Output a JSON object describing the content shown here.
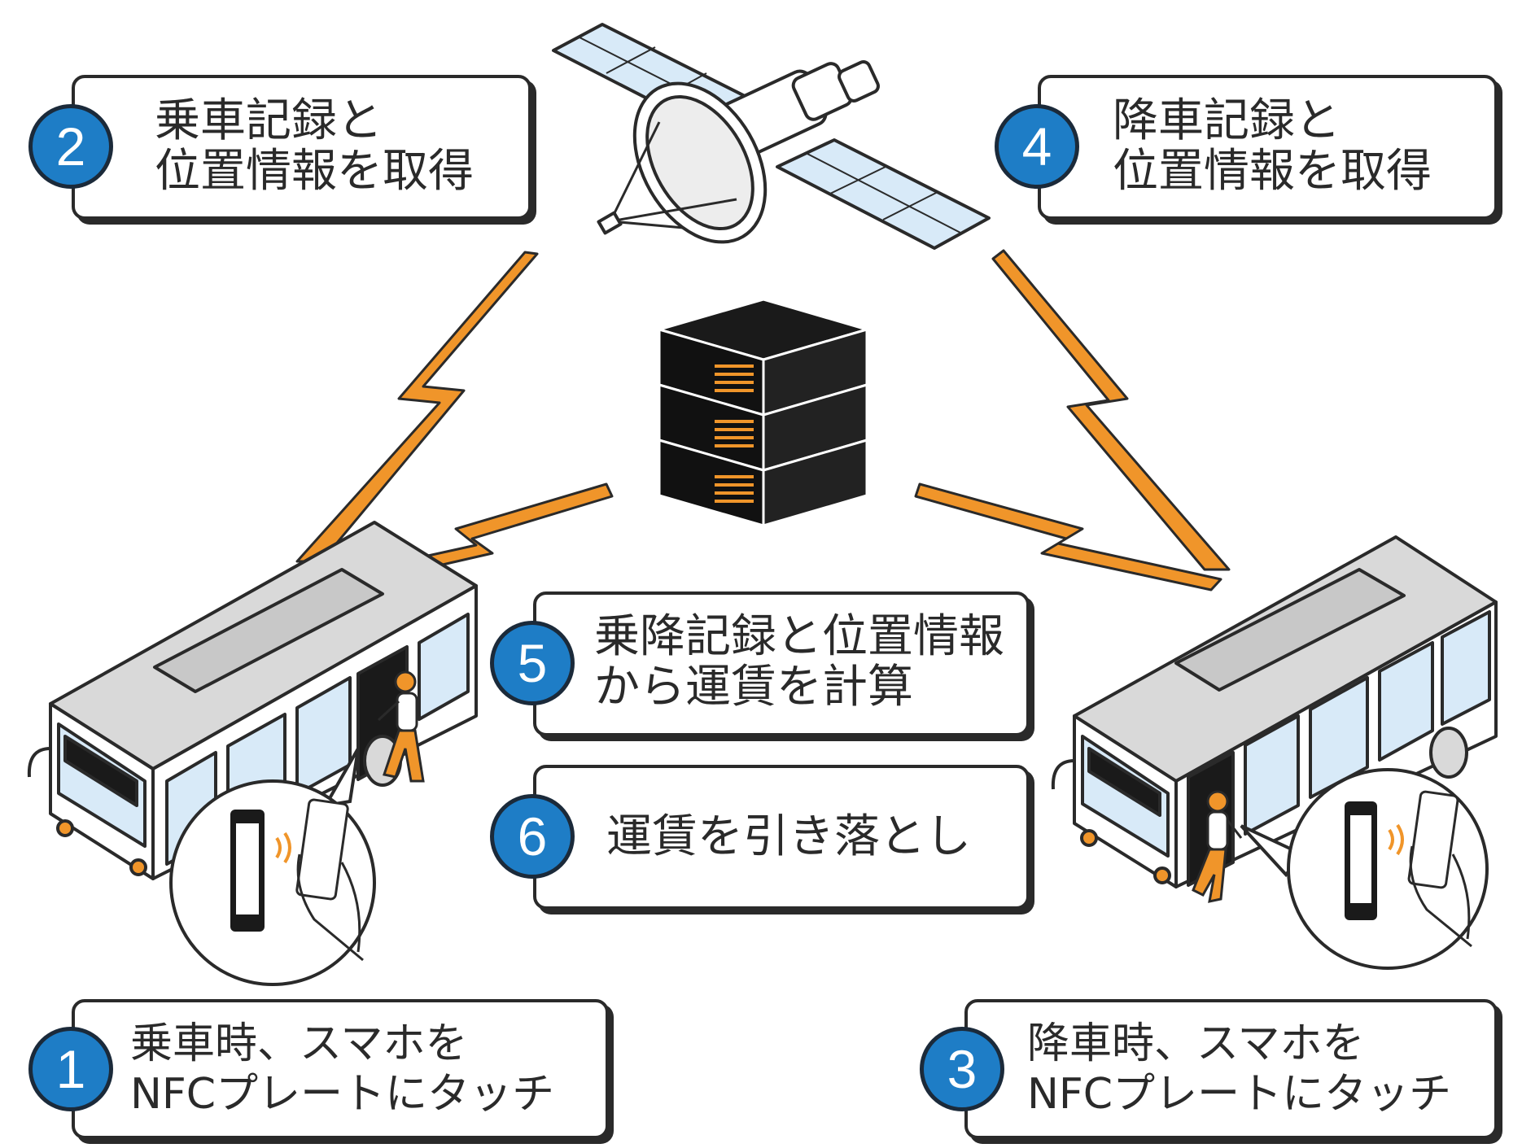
{
  "steps": [
    {
      "num": "1",
      "line1": "乗車時、スマホを",
      "line2": "NFCプレートにタッチ"
    },
    {
      "num": "2",
      "line1": "乗車記録と",
      "line2": "位置情報を取得"
    },
    {
      "num": "3",
      "line1": "降車時、スマホを",
      "line2": "NFCプレートにタッチ"
    },
    {
      "num": "4",
      "line1": "降車記録と",
      "line2": "位置情報を取得"
    },
    {
      "num": "5",
      "line1": "乗降記録と位置情報",
      "line2": "から運賃を計算"
    },
    {
      "num": "6",
      "line1": "運賃を引き落とし",
      "line2": ""
    }
  ],
  "colors": {
    "badge_blue": "#1e7dc6",
    "signal_orange": "#f0952a",
    "outline": "#2a2a2a",
    "bus_window": "#d8eaf8",
    "server_black": "#1a1a1a"
  },
  "icons": [
    "satellite-icon",
    "server-stack-icon",
    "bus-icon",
    "smartphone-icon",
    "nfc-signal-icon",
    "hand-icon",
    "person-icon",
    "lightning-signal-icon"
  ]
}
